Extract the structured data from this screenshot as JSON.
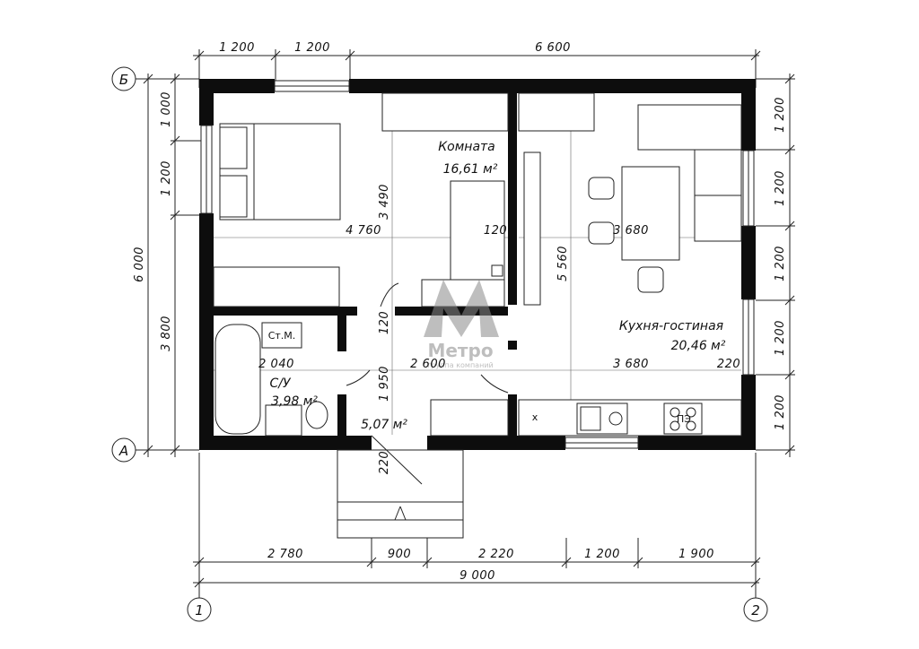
{
  "axes": {
    "row_top": "Б",
    "row_bottom": "А",
    "col_left": "1",
    "col_right": "2"
  },
  "rooms": {
    "room": {
      "name": "Комната",
      "area": "16,61 м²"
    },
    "kitchen": {
      "name": "Кухня-гостиная",
      "area": "20,46 м²"
    },
    "bath": {
      "name": "С/У",
      "area": "3,98 м²"
    },
    "hall": {
      "area": "5,07 м²"
    }
  },
  "labels": {
    "washer": "Ст.М.",
    "stove": "ПЭ",
    "cross": "x"
  },
  "dims": {
    "top": [
      "1 200",
      "1 200",
      "6 600"
    ],
    "left": [
      "1 000",
      "1 200",
      "6 000",
      "3 800"
    ],
    "right": [
      "1 200",
      "1 200",
      "1 200",
      "1 200",
      "1 200"
    ],
    "bottom": [
      "2 780",
      "900",
      "2 220",
      "1 200",
      "1 900"
    ],
    "bottom_total": "9 000",
    "interior": {
      "room_width": "4 760",
      "room_depth": "3 490",
      "wall_120_a": "120",
      "wall_120_b": "120",
      "kitchen_width_a": "3 680",
      "kitchen_width_b": "3 680",
      "kitchen_depth": "5 560",
      "bath_width": "2 040",
      "hall_width": "2 600",
      "hall_depth": "1 950",
      "wall_220_a": "220",
      "wall_220_b": "220"
    }
  },
  "logo": {
    "name": "Метро",
    "subtitle": "группа компаний"
  }
}
